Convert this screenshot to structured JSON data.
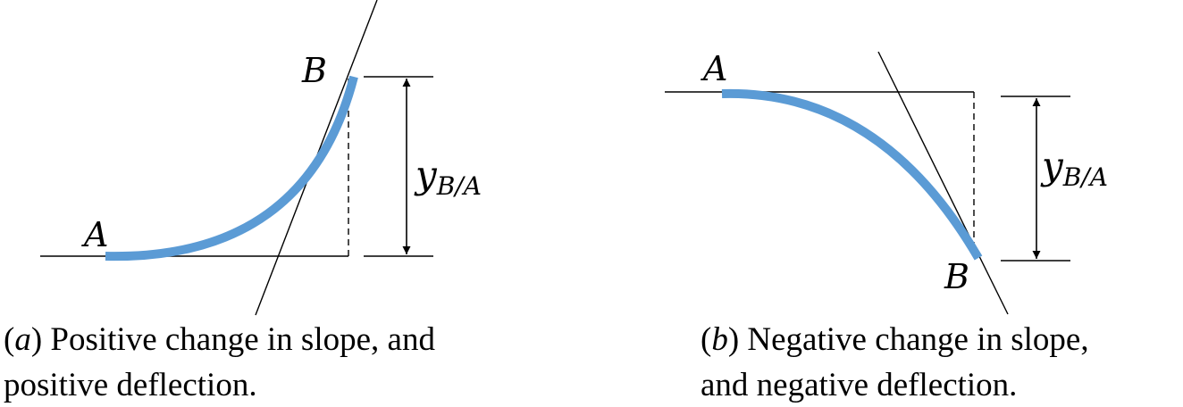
{
  "panel_a": {
    "point_start": "A",
    "point_end": "B",
    "deflection_symbol": "y",
    "deflection_subscript": "B/A",
    "caption_label": "a",
    "caption_line1": ") Positive change in slope, and",
    "caption_line2": "positive deflection."
  },
  "panel_b": {
    "point_start": "A",
    "point_end": "B",
    "deflection_symbol": "y",
    "deflection_subscript": "B/A",
    "caption_label": "b",
    "caption_line1": ") Negative change in slope,",
    "caption_line2": "and negative deflection."
  },
  "colors": {
    "curve": "#5B9BD5",
    "line": "#000000"
  }
}
